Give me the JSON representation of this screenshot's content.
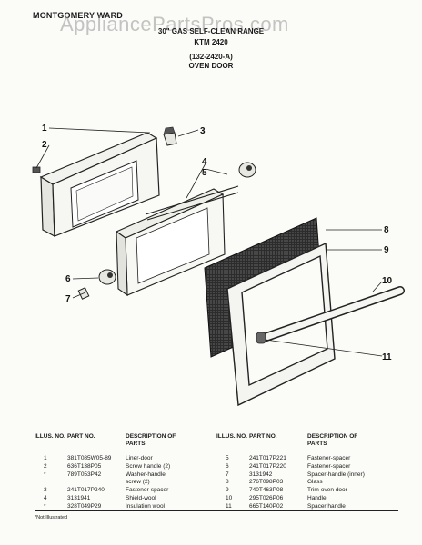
{
  "header": {
    "brand": "MONTGOMERY WARD",
    "watermark": "AppliancePartsPros.com",
    "title": "30\" GAS SELF-CLEAN RANGE",
    "model": "KTM 2420",
    "model_code": "(132-2420-A)",
    "section": "OVEN DOOR"
  },
  "callouts": [
    "1",
    "2",
    "3",
    "4",
    "5",
    "6",
    "7",
    "8",
    "9",
    "10",
    "11"
  ],
  "table": {
    "headers": {
      "illus_no": "ILLUS. NO.",
      "part_no": "PART NO.",
      "description": "DESCRIPTION OF PARTS"
    },
    "left_rows": [
      {
        "illus": "1",
        "part": "381T085W05-89",
        "desc": "Liner-door"
      },
      {
        "illus": "2",
        "part": "636T138P05",
        "desc": "Screw handle (2)"
      },
      {
        "illus": "*",
        "part": "789T053P42",
        "desc": "Washer-handle"
      },
      {
        "illus": "",
        "part": "",
        "desc": "screw (2)"
      },
      {
        "illus": "3",
        "part": "241T017P240",
        "desc": "Fastener-spacer"
      },
      {
        "illus": "4",
        "part": "3131941",
        "desc": "Shield-wool"
      },
      {
        "illus": "*",
        "part": "328T049P29",
        "desc": "Insulation wool"
      }
    ],
    "right_rows": [
      {
        "illus": "5",
        "part": "241T017P221",
        "desc": "Fastener-spacer"
      },
      {
        "illus": "6",
        "part": "241T017P220",
        "desc": "Fastener-spacer"
      },
      {
        "illus": "7",
        "part": "3131942",
        "desc": "Spacer-handle (inner)"
      },
      {
        "illus": "8",
        "part": "276T098P03",
        "desc": "Glass"
      },
      {
        "illus": "9",
        "part": "740T463P08",
        "desc": "Trim-oven door"
      },
      {
        "illus": "10",
        "part": "295T026P06",
        "desc": "Handle"
      },
      {
        "illus": "11",
        "part": "665T140P02",
        "desc": "Spacer handle"
      }
    ]
  },
  "footnote": "*Not Illustrated"
}
